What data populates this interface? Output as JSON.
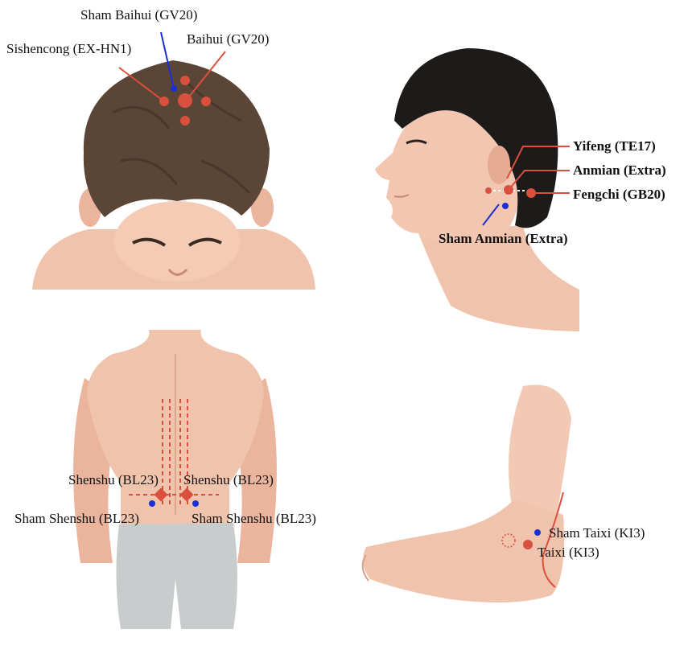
{
  "colors": {
    "acupoint_red": "#d9503e",
    "sham_blue": "#1c2fd6",
    "skin": "#f0c3ad",
    "skin_shadow": "#e2a48b",
    "hair_brown": "#5a4536",
    "hair_black": "#1d1a1a",
    "shorts": "#c9cccc"
  },
  "figures": {
    "head_top": {
      "name": "child-head-top-view",
      "labels": {
        "sham_baihui": "Sham Baihui (GV20)",
        "sishencong": "Sishencong (EX-HN1)",
        "baihui": "Baihui (GV20)"
      }
    },
    "head_side": {
      "name": "adult-head-side-view",
      "labels": {
        "yifeng": "Yifeng (TE17)",
        "anmian": "Anmian (Extra)",
        "fengchi": "Fengchi (GB20)",
        "sham_anmian": "Sham Anmian (Extra)"
      }
    },
    "back": {
      "name": "lower-back-view",
      "labels": {
        "shenshu_left": "Shenshu (BL23)",
        "shenshu_right": "Shenshu (BL23)",
        "sham_shenshu_left": "Sham Shenshu (BL23)",
        "sham_shenshu_right": "Sham Shenshu (BL23)"
      }
    },
    "foot": {
      "name": "foot-ankle-view",
      "labels": {
        "sham_taixi": "Sham Taixi (KI3)",
        "taixi": "Taixi (KI3)"
      }
    }
  }
}
